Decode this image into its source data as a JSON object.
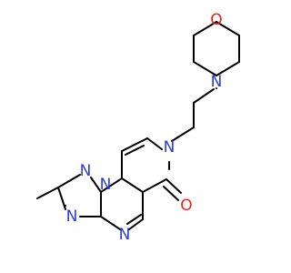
{
  "structure": {
    "atoms": [
      {
        "id": "O1",
        "label": "O"
      },
      {
        "id": "N_morph",
        "label": "N"
      },
      {
        "id": "N_ring",
        "label": "N"
      },
      {
        "id": "O_carbonyl",
        "label": "O"
      },
      {
        "id": "N_pyr",
        "label": "N"
      },
      {
        "id": "N_tri_a",
        "label": "N"
      },
      {
        "id": "N_tri_b",
        "label": "N"
      },
      {
        "id": "N_fused",
        "label": "N"
      }
    ]
  },
  "colors": {
    "bond": "#000000",
    "nitrogen": "#2b3bd6",
    "oxygen": "#e8231e",
    "background": "#ffffff"
  }
}
